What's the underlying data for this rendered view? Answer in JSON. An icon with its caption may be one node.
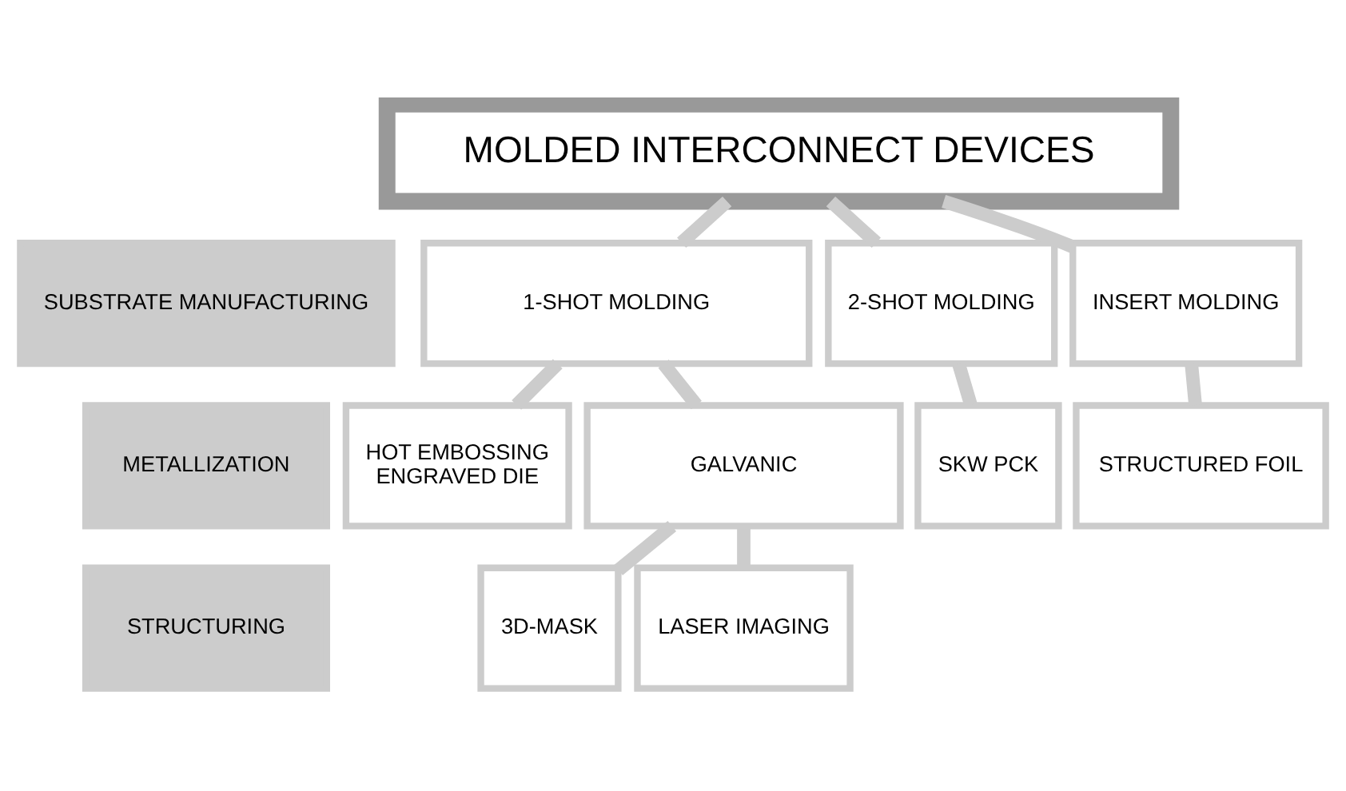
{
  "diagram": {
    "nodes": [
      {
        "text": [
          "MOLDED INTERCONNECT DEVICES"
        ]
      },
      {
        "text": [
          "SUBSTRATE MANUFACTURING"
        ]
      },
      {
        "text": [
          "1-SHOT MOLDING"
        ]
      },
      {
        "text": [
          "2-SHOT MOLDING"
        ]
      },
      {
        "text": [
          "INSERT MOLDING"
        ]
      },
      {
        "text": [
          "METALLIZATION"
        ]
      },
      {
        "text": [
          "HOT EMBOSSING",
          "ENGRAVED DIE"
        ]
      },
      {
        "text": [
          "GALVANIC"
        ]
      },
      {
        "text": [
          "SKW PCK"
        ]
      },
      {
        "text": [
          "STRUCTURED FOIL"
        ]
      },
      {
        "text": [
          "STRUCTURING"
        ]
      },
      {
        "text": [
          "3D-MASK"
        ]
      },
      {
        "text": [
          "LASER IMAGING"
        ]
      }
    ],
    "edges": [
      {
        "from": 0,
        "to": 2,
        "arrow": "none"
      },
      {
        "from": 0,
        "to": 3,
        "arrow": "none"
      },
      {
        "from": 0,
        "to": 4,
        "arrow": "none"
      },
      {
        "from": 2,
        "to": 6,
        "arrow": "none"
      },
      {
        "from": 2,
        "to": 7,
        "arrow": "none"
      },
      {
        "from": 3,
        "to": 8,
        "arrow": "none"
      },
      {
        "from": 4,
        "to": 9,
        "arrow": "none"
      },
      {
        "from": 7,
        "to": 11,
        "arrow": "none"
      },
      {
        "from": 7,
        "to": 12,
        "arrow": "none"
      }
    ]
  }
}
